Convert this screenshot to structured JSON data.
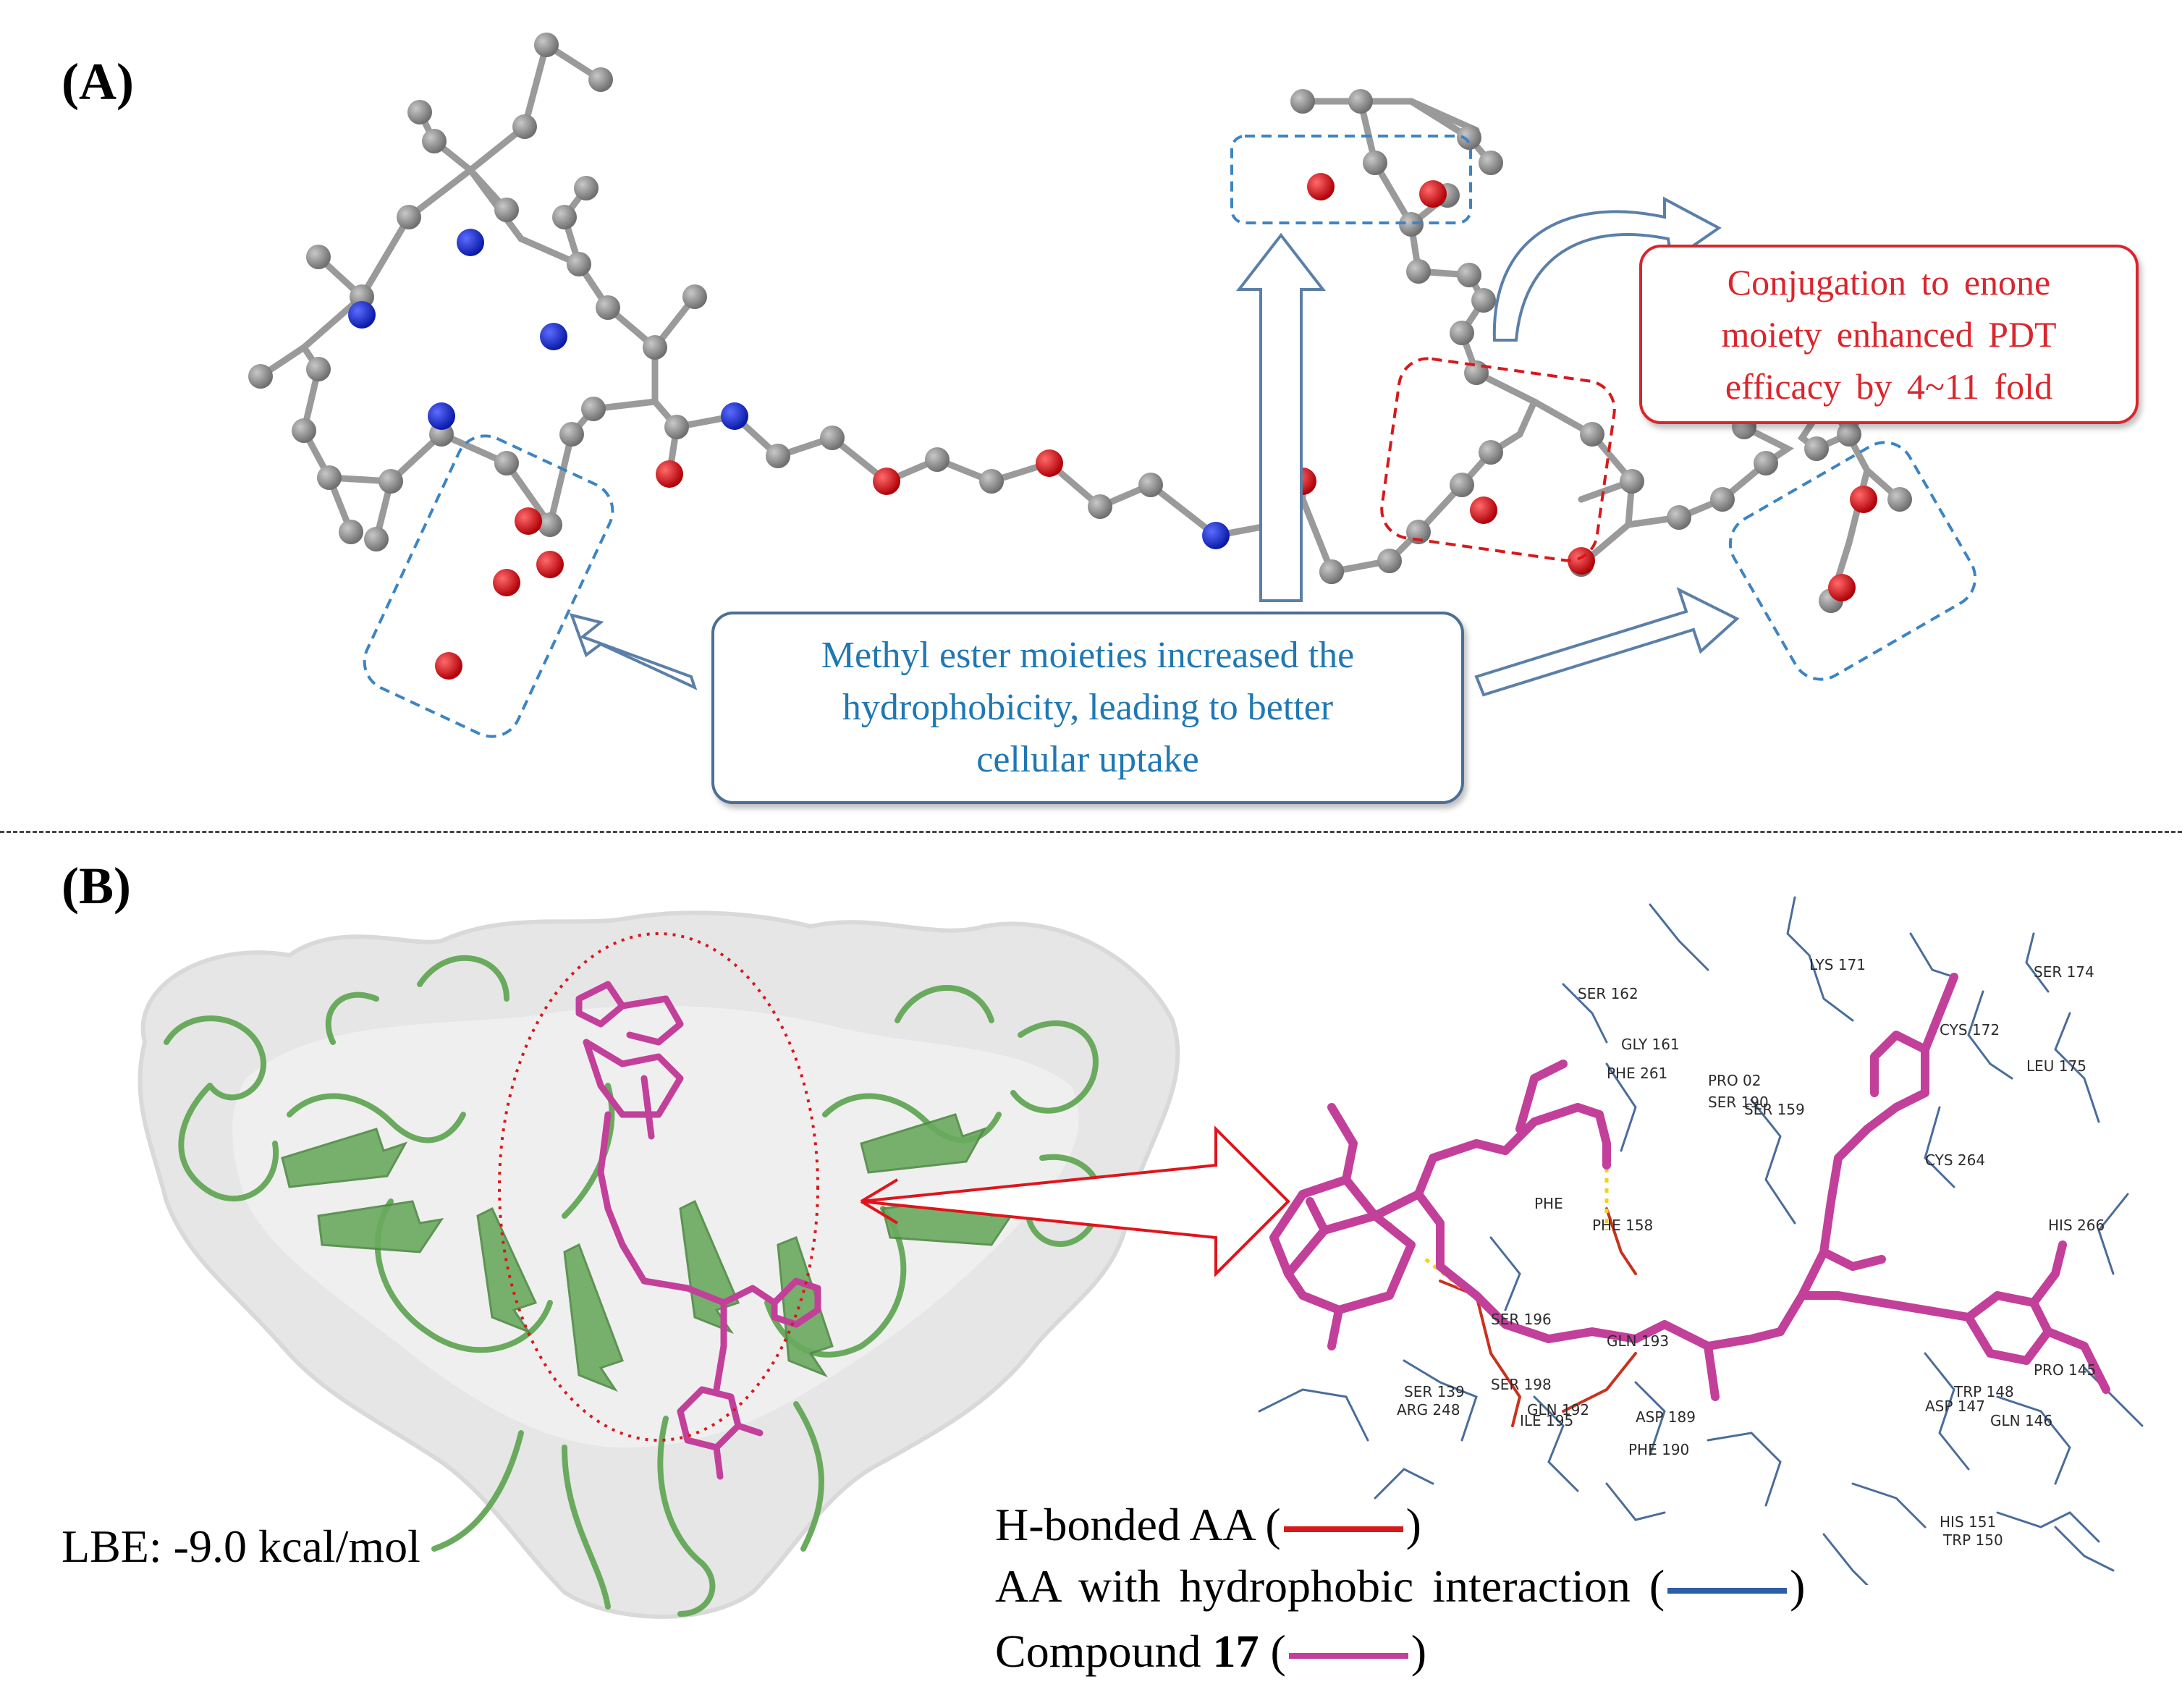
{
  "panel_a": {
    "label": "(A)",
    "red_callout_lines": [
      "Conjugation to enone",
      "moiety enhanced PDT",
      "efficacy by 4~11 fold"
    ],
    "blue_callout_lines": [
      "Methyl ester moieties increased the",
      "hydrophobicity, leading to better",
      "cellular uptake"
    ]
  },
  "panel_b": {
    "label": "(B)",
    "lbe": "LBE: -9.0 kcal/mol",
    "residues": [
      "LYS 171",
      "SER 174",
      "SER 162",
      "CYS 172",
      "GLY 161",
      "LEU 175",
      "PHE 261",
      "PRO 02",
      "SER 190",
      "SER 159",
      "CYS 264",
      "PHE",
      "PHE 158",
      "HIS 266",
      "SER 196",
      "GLN 193",
      "SER 139",
      "SER 198",
      "ARG 248",
      "GLN 192",
      "ILE 195",
      "ASP 189",
      "PHE 190",
      "TRP 148",
      "ASP 147",
      "PRO 145",
      "GLN 146",
      "HIS 151",
      "TRP 150"
    ],
    "legend": [
      {
        "prefix": "H-bonded AA (",
        "suffix": ")",
        "color": "#d7191c"
      },
      {
        "prefix": "AA with hydrophobic interaction (",
        "suffix": ")",
        "color": "#2c5fa8"
      },
      {
        "prefix": "Compound ",
        "bold": "17",
        "suffix2": " (",
        "suffix": ")",
        "color": "#c0409b"
      }
    ]
  },
  "colors": {
    "carbon": "#8a8a8a",
    "nitrogen": "#1a2fd6",
    "oxygen": "#e0141c",
    "protein": "#6aaa5e",
    "ligand": "#c2409a",
    "hydrophobic_residue": "#4a6d9a",
    "hbond_residue": "#c8321e"
  }
}
